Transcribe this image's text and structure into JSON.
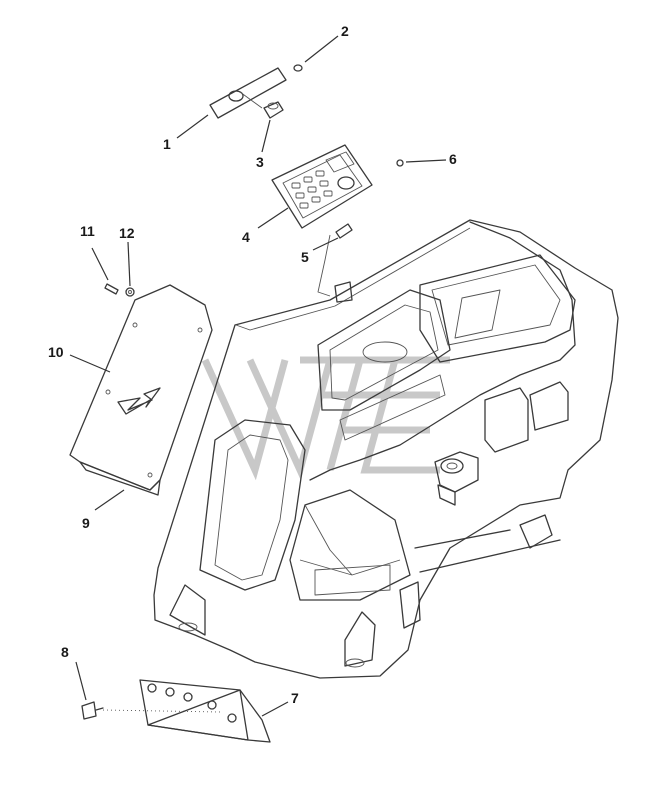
{
  "callouts": {
    "c1": "1",
    "c2": "2",
    "c3": "3",
    "c4": "4",
    "c5": "5",
    "c6": "6",
    "c7": "7",
    "c8": "8",
    "c9": "9",
    "c10": "10",
    "c11": "11",
    "c12": "12"
  },
  "colors": {
    "line": "#3a3a3a",
    "shade": "#d9d9d9",
    "watermark": "#c8c8c8",
    "background": "#ffffff"
  }
}
